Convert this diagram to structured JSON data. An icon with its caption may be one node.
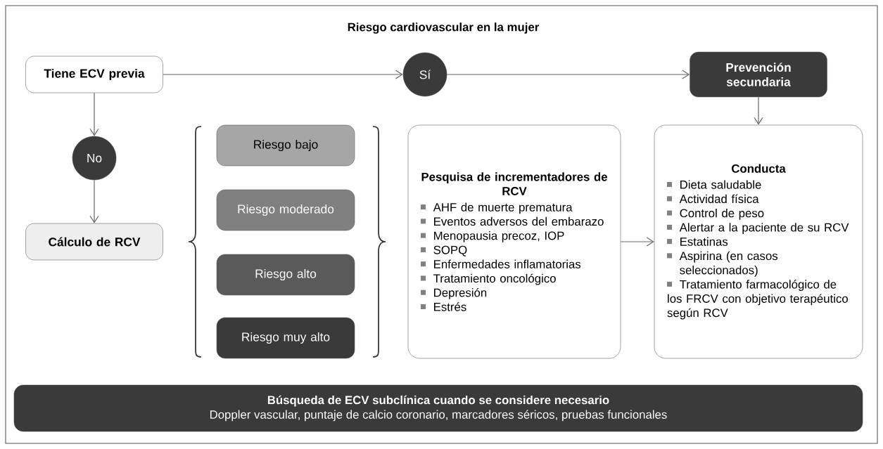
{
  "diagram": {
    "title": "Riesgo cardiovascular en la mujer",
    "nodes": [
      {
        "text": [
          "Tiene ECV previa"
        ]
      },
      {
        "text": [
          "Sí"
        ]
      },
      {
        "text": [
          "Prevención secundaria"
        ]
      },
      {
        "text": [
          "No"
        ]
      },
      {
        "text": [
          "Cálculo de RCV"
        ]
      },
      {
        "text": [
          "Riesgo bajo"
        ]
      },
      {
        "text": [
          "Riesgo moderado"
        ]
      },
      {
        "text": [
          "Riesgo alto"
        ]
      },
      {
        "text": [
          "Riesgo muy alto"
        ]
      },
      {
        "text": [
          "Pesquisa de incrementadores de RCV",
          "AHF de muerte prematura",
          "Eventos adversos del embarazo",
          "Menopausia precoz, IOP",
          "SOPQ",
          "Enfermedades inflamatorias",
          "Tratamiento oncológico",
          "Depresión",
          "Estrés"
        ]
      },
      {
        "text": [
          "Conducta",
          "Dieta saludable",
          "Actividad física",
          "Control de peso",
          "Alertar a la paciente de su RCV",
          "Estatinas",
          "Aspirina (en casos seleccionados)",
          "Tratamiento farmacológico de los FRCV con objetivo terapéutico según RCV"
        ]
      },
      {
        "text": [
          "Búsqueda de ECV subclínica cuando se considere necesario",
          "Doppler vascular, puntaje de calcio coronario, marcadores séricos, pruebas funcionales"
        ]
      }
    ],
    "edges": [
      {
        "from": 0,
        "to": 1,
        "arrow": "to"
      },
      {
        "from": 1,
        "to": 2,
        "arrow": "to"
      },
      {
        "from": 0,
        "to": 3,
        "arrow": "to"
      },
      {
        "from": 3,
        "to": 4,
        "arrow": "to"
      },
      {
        "from": 2,
        "to": 10,
        "arrow": "to"
      },
      {
        "from": 9,
        "to": 10,
        "arrow": "to"
      }
    ]
  }
}
